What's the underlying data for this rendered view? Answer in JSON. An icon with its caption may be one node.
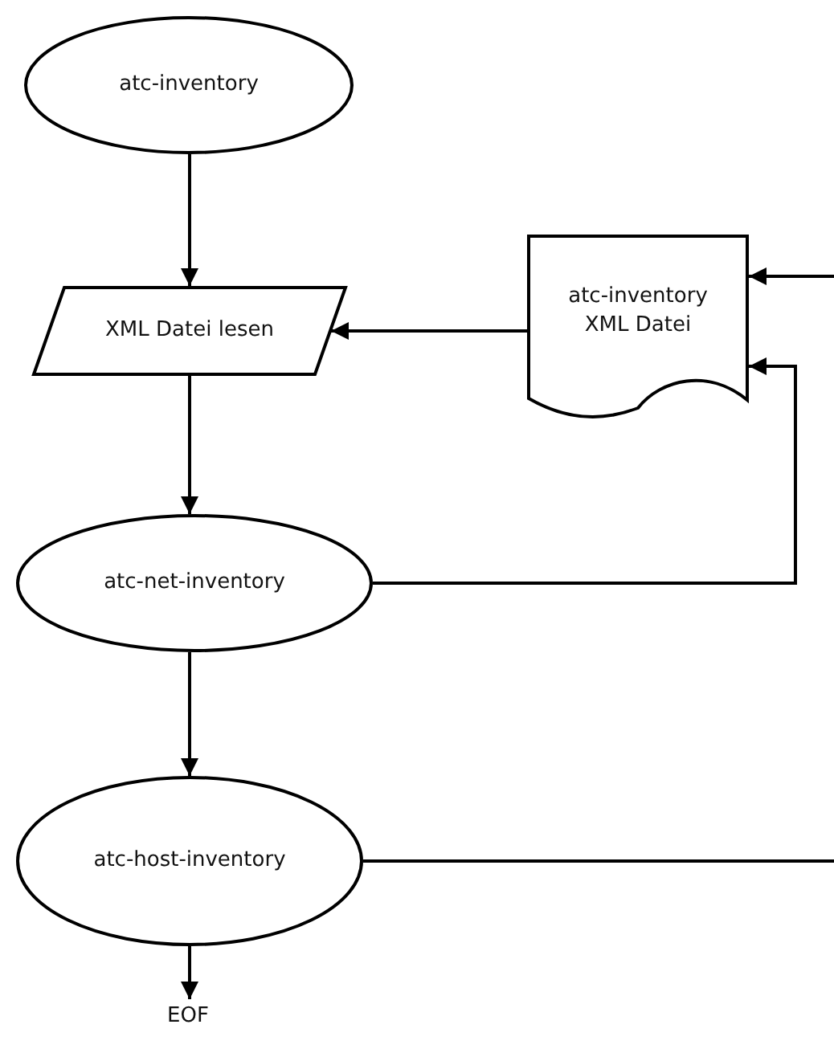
{
  "diagram": {
    "nodes": [
      {
        "text": [
          "atc-inventory"
        ]
      },
      {
        "text": [
          "XML Datei lesen"
        ]
      },
      {
        "text": [
          "atc-inventory XML Datei"
        ]
      },
      {
        "text": [
          "atc-net-inventory"
        ]
      },
      {
        "text": [
          "atc-host-inventory"
        ]
      },
      {
        "text": [
          "EOF"
        ]
      }
    ],
    "edges": [
      {
        "from": 0,
        "to": 1,
        "arrow": "to"
      },
      {
        "from": 2,
        "to": 1,
        "arrow": "to"
      },
      {
        "from": 1,
        "to": 3,
        "arrow": "to"
      },
      {
        "from": 3,
        "to": 2,
        "arrow": "to"
      },
      {
        "from": 3,
        "to": 4,
        "arrow": "to"
      },
      {
        "from": 4,
        "to": 5,
        "arrow": "to"
      },
      {
        "from": 4,
        "to": null,
        "arrow": "none"
      },
      {
        "from": null,
        "to": 2,
        "arrow": "to"
      }
    ]
  }
}
